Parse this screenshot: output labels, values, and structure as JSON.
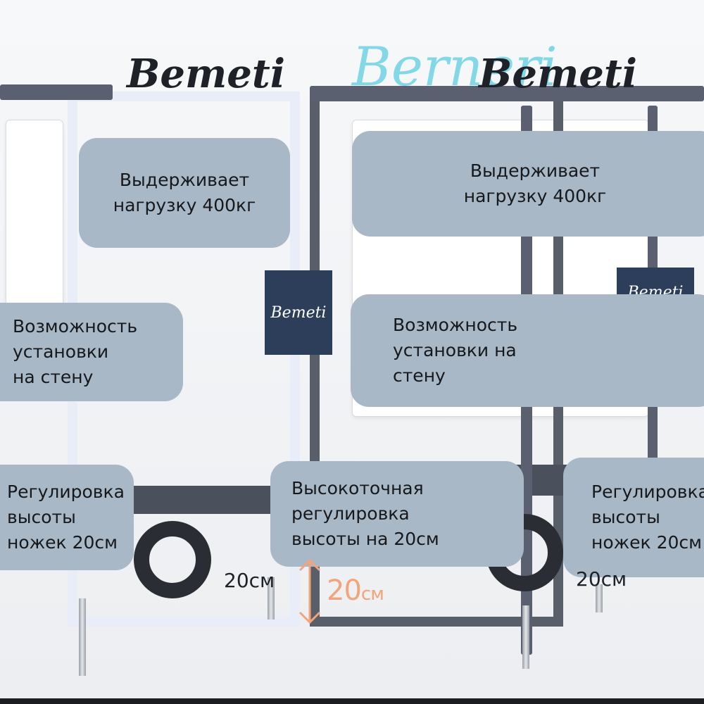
{
  "brand": {
    "logo_left": "Bemeti",
    "logo_right": "Bemeti",
    "watermark": "Berneri",
    "badge_left": "Bemeti",
    "badge_right": "Bemeti"
  },
  "cards": [
    {
      "lines": [
        "Выдерживает",
        "нагрузку 400кг"
      ]
    },
    {
      "lines": [
        "Возможность",
        "установки",
        "на стену"
      ]
    },
    {
      "lines": [
        "Регулировка",
        "высоты",
        "ножек 20см"
      ]
    },
    {
      "lines": [
        "Выдерживает",
        "нагрузку 400кг"
      ]
    },
    {
      "lines": [
        "Возможность",
        "установки на",
        "стену"
      ]
    },
    {
      "lines": [
        "Высокоточная",
        "регулировка",
        "высоты на 20см"
      ]
    },
    {
      "lines": [
        "Регулировка",
        "высоты",
        "ножек 20см"
      ]
    }
  ],
  "dimension": {
    "value": "20",
    "unit": "см",
    "side_left": "20см",
    "side_right": "20см"
  },
  "colors": {
    "card": "#a9b8c6",
    "frame": "#595f68",
    "accent": "#f4a47a",
    "watermark": "#6fd3e6",
    "badge": "#2c3e5a"
  }
}
